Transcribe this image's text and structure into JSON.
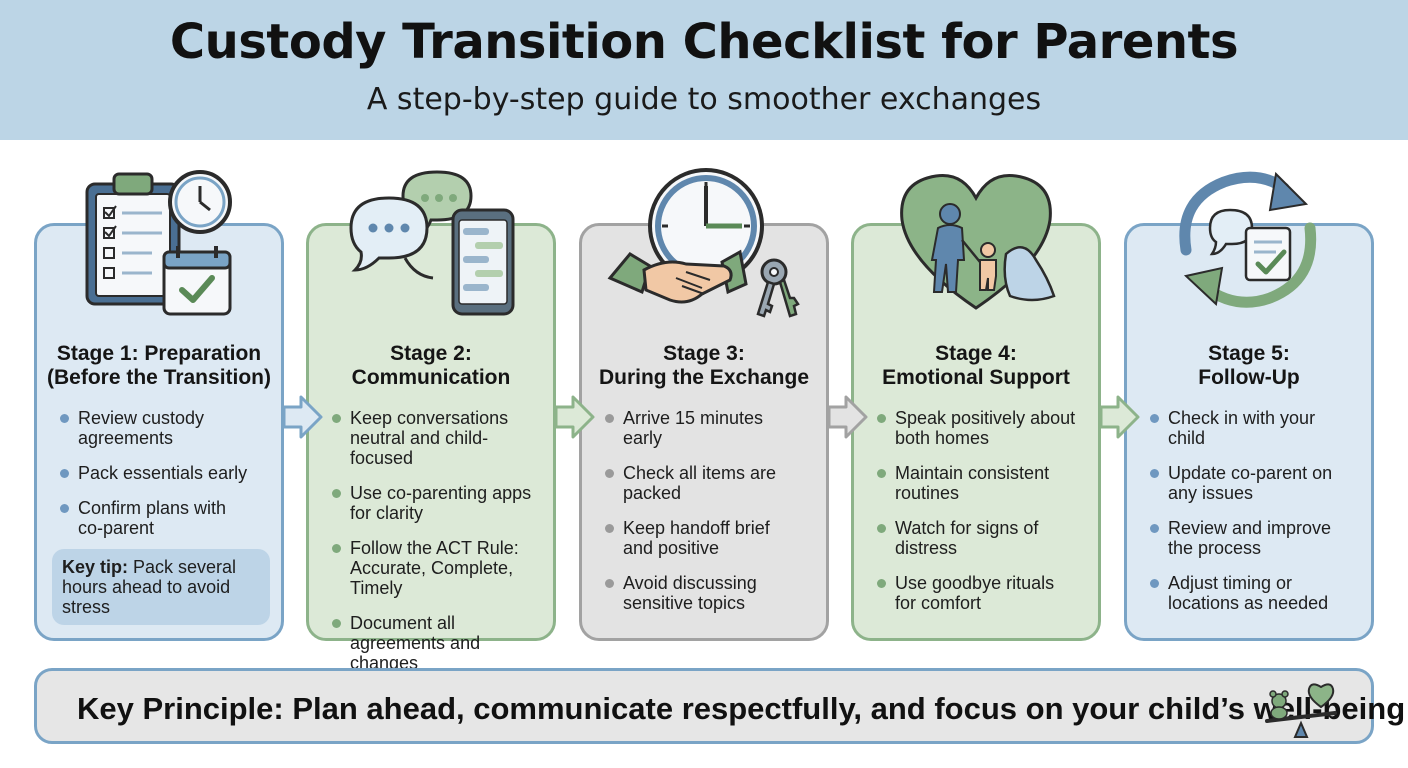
{
  "header": {
    "title": "Custody Transition Checklist for Parents",
    "subtitle": "A step-by-step guide to smoother exchanges"
  },
  "stages": [
    {
      "title_line1": "Stage 1: Preparation",
      "title_line2": "(Before the Transition)",
      "theme": "blue",
      "icon": "clipboard-clock-calendar-icon",
      "items": [
        {
          "line1": "Review custody",
          "line2": "agreements"
        },
        {
          "line1": "Pack essentials early",
          "line2": ""
        },
        {
          "line1": "Confirm plans with",
          "line2": "co-parent"
        }
      ],
      "key_tip": {
        "label": "Key tip:",
        "text_line1": " Pack several",
        "text_line2": "hours ahead to avoid",
        "text_line3": "stress"
      }
    },
    {
      "title_line1": "Stage 2:",
      "title_line2": "Communication",
      "theme": "green",
      "icon": "chat-bubbles-phone-icon",
      "items": [
        {
          "line1": "Keep conversations",
          "line2": "neutral and child-focused"
        },
        {
          "line1": "Use co-parenting apps",
          "line2": "for clarity"
        },
        {
          "line1": "Follow the ACT Rule:",
          "line2": "Accurate, Complete,",
          "line3": "Timely"
        },
        {
          "line1": "Document all",
          "line2": "agreements and changes"
        }
      ]
    },
    {
      "title_line1": "Stage 3:",
      "title_line2": "During the Exchange",
      "theme": "grey",
      "icon": "clock-handshake-keys-icon",
      "items": [
        {
          "line1": "Arrive 15 minutes",
          "line2": "early"
        },
        {
          "line1": "Check all items are",
          "line2": "packed"
        },
        {
          "line1": "Keep handoff brief",
          "line2": "and positive"
        },
        {
          "line1": "Avoid discussing",
          "line2": "sensitive topics"
        }
      ]
    },
    {
      "title_line1": "Stage 4:",
      "title_line2": "Emotional Support",
      "theme": "green",
      "icon": "heart-parent-child-icon",
      "items": [
        {
          "line1": "Speak positively about",
          "line2": "both homes"
        },
        {
          "line1": "Maintain consistent",
          "line2": "routines"
        },
        {
          "line1": "Watch for signs of",
          "line2": "distress"
        },
        {
          "line1": "Use goodbye rituals",
          "line2": "for comfort"
        }
      ]
    },
    {
      "title_line1": "Stage 5:",
      "title_line2": "Follow-Up",
      "theme": "blue",
      "icon": "refresh-cycle-checklist-icon",
      "items": [
        {
          "line1": "Check in with your",
          "line2": "child"
        },
        {
          "line1": "Update co-parent on",
          "line2": "any issues"
        },
        {
          "line1": "Review and improve",
          "line2": "the process"
        },
        {
          "line1": "Adjust timing or",
          "line2": "locations as needed"
        }
      ]
    }
  ],
  "footer": {
    "principle": "Key Principle: Plan ahead, communicate respectfully, and focus on your child’s well-being",
    "icon": "balance-teddy-heart-icon"
  },
  "colors": {
    "header_bg": "#bcd5e6",
    "blue_card": "#dde9f3",
    "blue_border": "#7aa4c6",
    "green_card": "#dce9d7",
    "green_border": "#8db38a",
    "grey_card": "#e3e3e3",
    "grey_border": "#a2a2a2"
  }
}
